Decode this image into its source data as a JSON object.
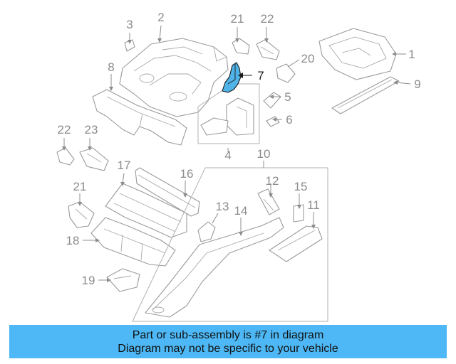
{
  "diagram": {
    "highlight_part": "7",
    "highlight_color": "#4fb3e8",
    "callouts": {
      "c1": "1",
      "c2": "2",
      "c3": "3",
      "c4": "4",
      "c5": "5",
      "c6": "6",
      "c7": "7",
      "c8": "8",
      "c9": "9",
      "c10": "10",
      "c11": "11",
      "c12": "12",
      "c13": "13",
      "c14": "14",
      "c15": "15",
      "c16": "16",
      "c17": "17",
      "c18": "18",
      "c19": "19",
      "c20": "20",
      "c21a": "21",
      "c21b": "21",
      "c22a": "22",
      "c22b": "22",
      "c23": "23"
    }
  },
  "banner": {
    "line1": "Part or sub-assembly is #7 in diagram",
    "line2": "Diagram may not be specific to your vehicle",
    "background": "#4db8f5"
  }
}
